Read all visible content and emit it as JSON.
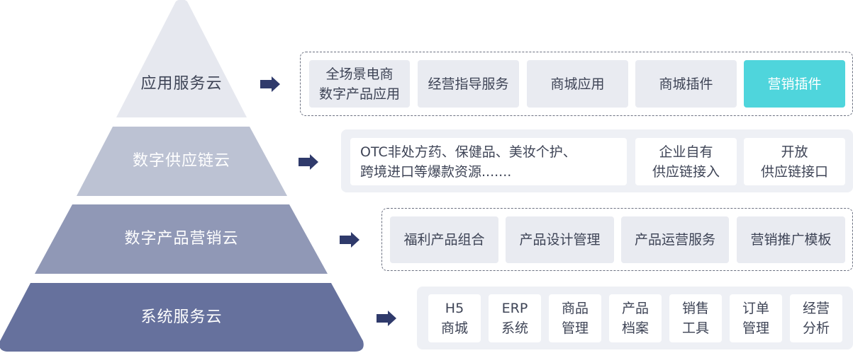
{
  "tiers": [
    {
      "label": "应用服务云",
      "color": "#e6e8ef"
    },
    {
      "label": "数字供应链云",
      "color": "#bcc2d3"
    },
    {
      "label": "数字产品营销云",
      "color": "#9098b6"
    },
    {
      "label": "系统服务云",
      "color": "#66719d"
    }
  ],
  "app_cloud": {
    "items": [
      "全场景电商\n数字产品应用",
      "经营指导服务",
      "商城应用",
      "商城插件",
      "营销插件"
    ]
  },
  "supply_cloud": {
    "items": [
      "OTC非处方药、保健品、美妆个护、\n跨境进口等爆款资源.......",
      "企业自有\n供应链接入",
      "开放\n供应链接口"
    ]
  },
  "marketing_cloud": {
    "items": [
      "福利产品组合",
      "产品设计管理",
      "产品运营服务",
      "营销推广模板"
    ]
  },
  "system_cloud": {
    "items": [
      "H5\n商城",
      "ERP\n系统",
      "商品\n管理",
      "产品\n档案",
      "销售\n工具",
      "订单\n管理",
      "经营\n分析"
    ]
  },
  "colors": {
    "arrow": "#2f3a6b",
    "highlight": "#4fd5dc",
    "chip": "#e9ebf1",
    "group_bg": "#eef0f5"
  }
}
